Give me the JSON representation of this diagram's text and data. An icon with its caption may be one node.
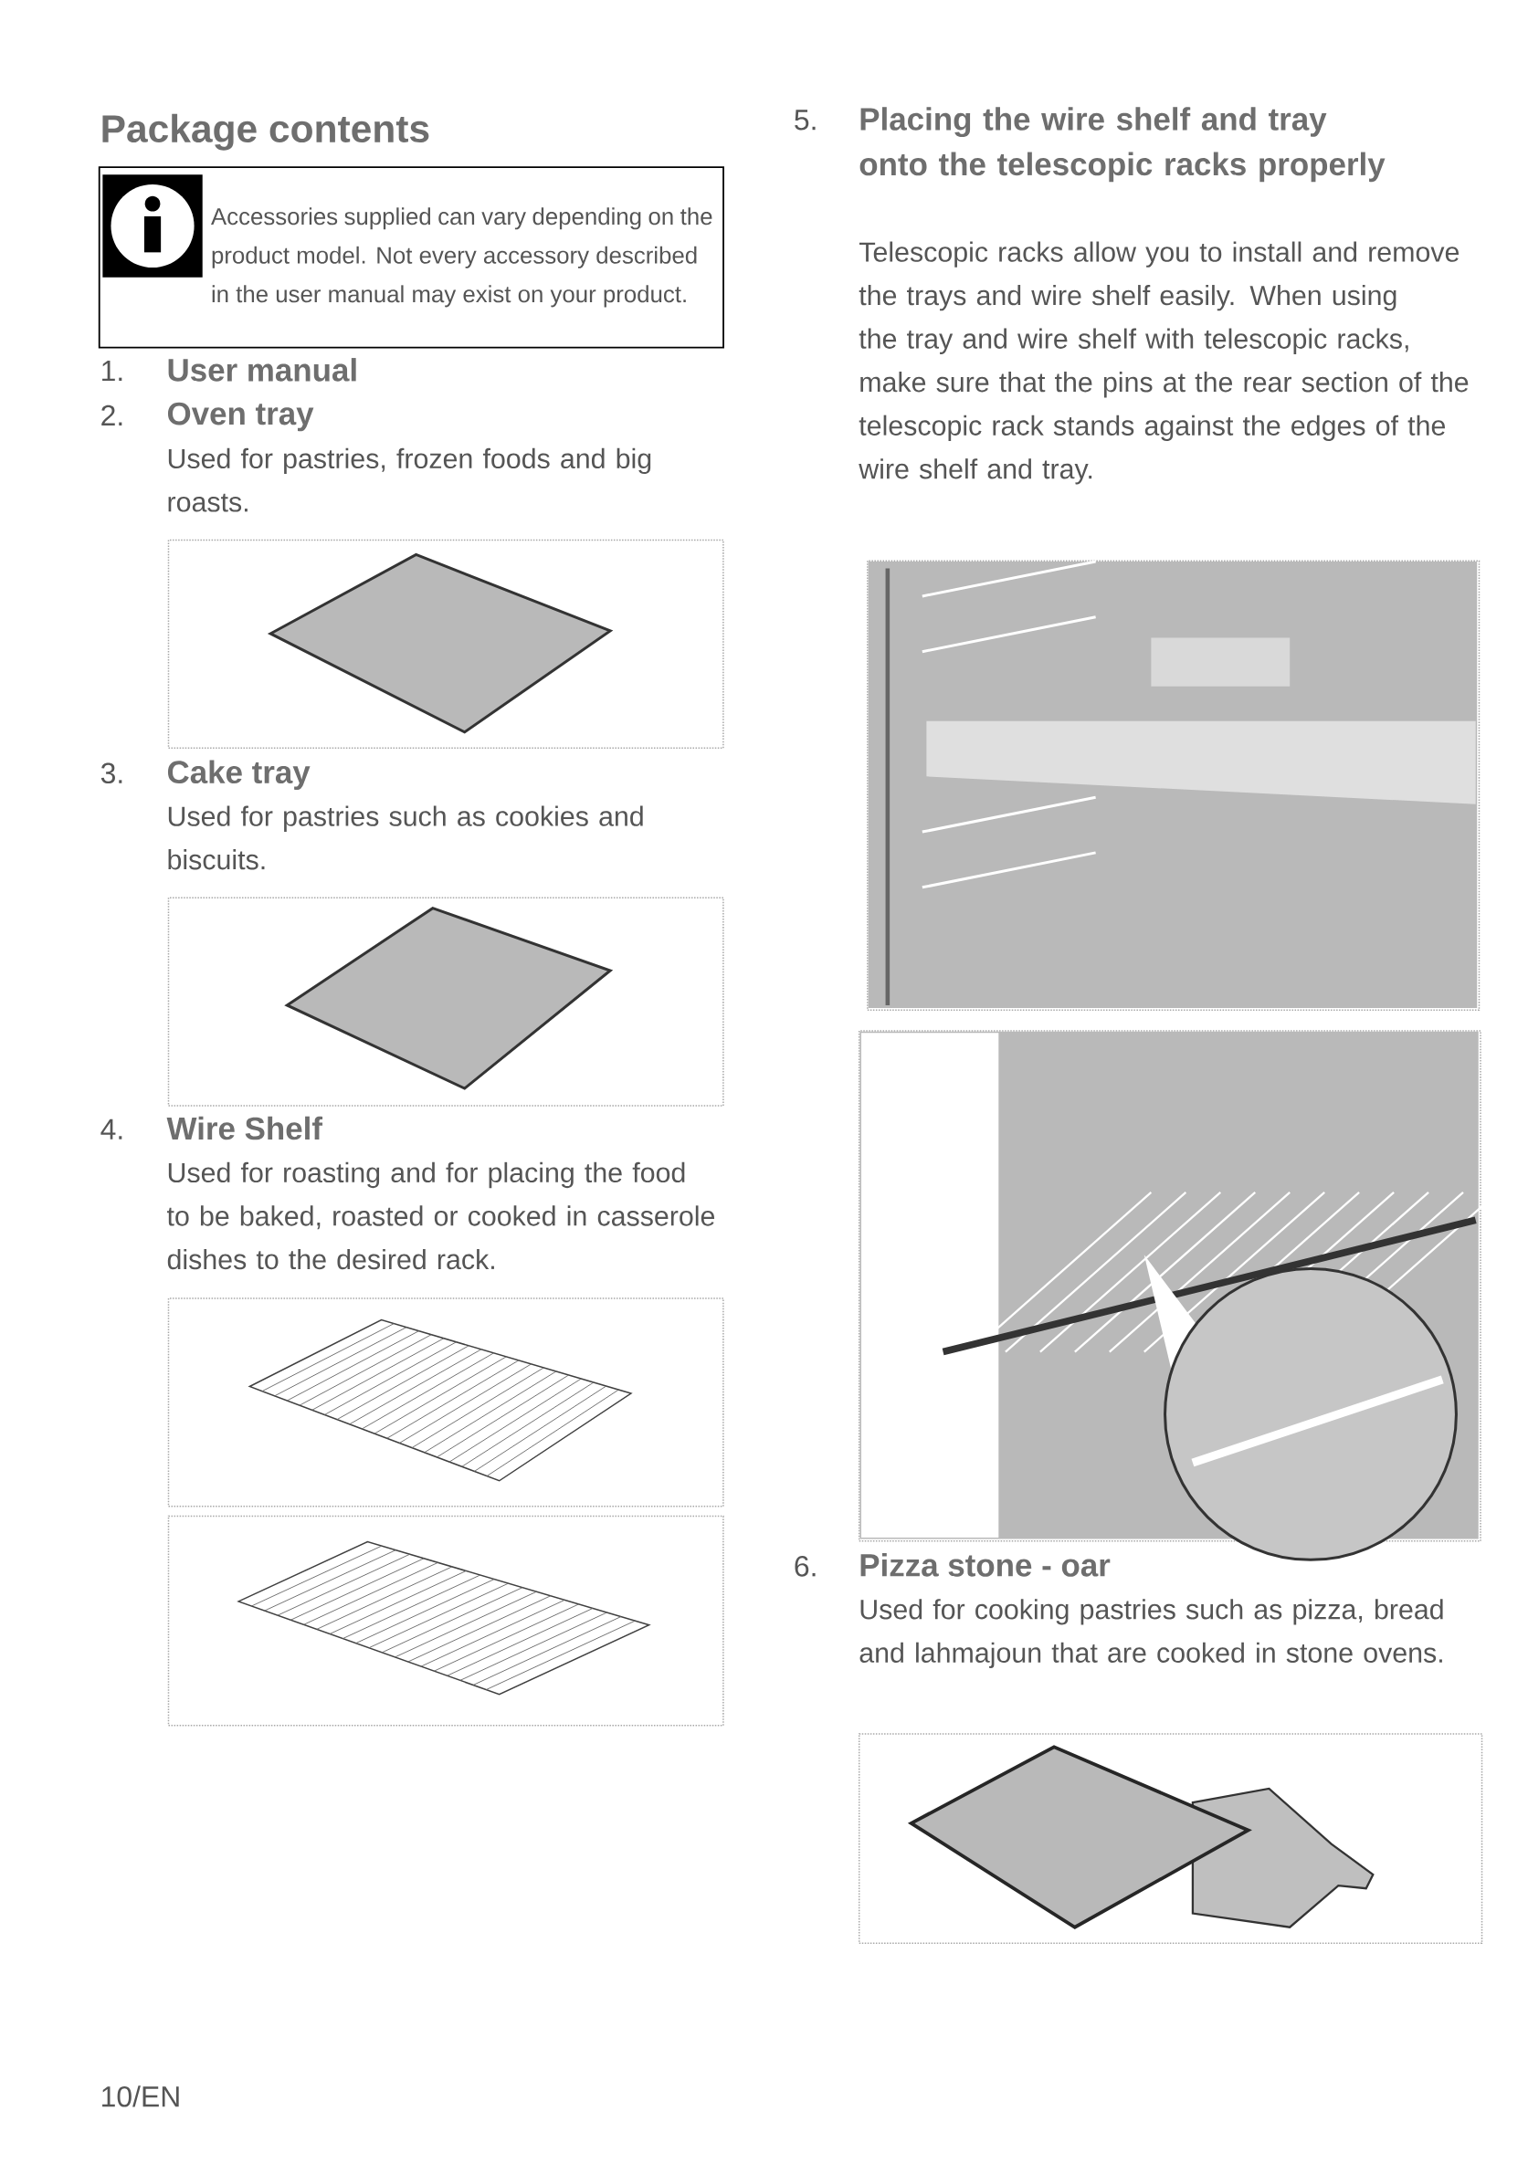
{
  "diagram": {
    "title": "Package contents",
    "nodes": [
      {
        "text": [
          "Accessories supplied can vary depending on the product model. Not every accessory described in the user manual may exist on your product."
        ]
      },
      {
        "text": [],
        "shape": "picture"
      },
      {
        "text": [],
        "shape": "picture"
      },
      {
        "text": [],
        "shape": "picture"
      },
      {
        "text": [],
        "shape": "picture"
      },
      {
        "text": [],
        "shape": "picture"
      },
      {
        "text": [],
        "shape": "picture"
      },
      {
        "text": [],
        "shape": "picture"
      }
    ],
    "edges": [],
    "labels": [
      "1.",
      "User manual",
      "2.",
      "Oven tray",
      "Used for pastries, frozen foods and big roasts.",
      "3.",
      "Cake tray",
      "Used for pastries such as cookies and biscuits.",
      "4.",
      "Wire Shelf",
      "Used for roasting and for placing the food to be baked, roasted or cooked in casserole dishes to the desired rack.",
      "5.",
      "Placing the wire shelf and tray onto the telescopic racks properly",
      "Telescopic racks allow you to install and remove the trays and wire shelf easily. When using the tray and wire shelf with telescopic racks, make sure that the pins at the rear section of the telescopic rack stands against the edges of the wire shelf and tray.",
      "6.",
      "Pizza stone - oar",
      "Used for cooking pastries such as pizza, bread and lahmajoun that are cooked in stone ovens.",
      "10/EN"
    ]
  }
}
